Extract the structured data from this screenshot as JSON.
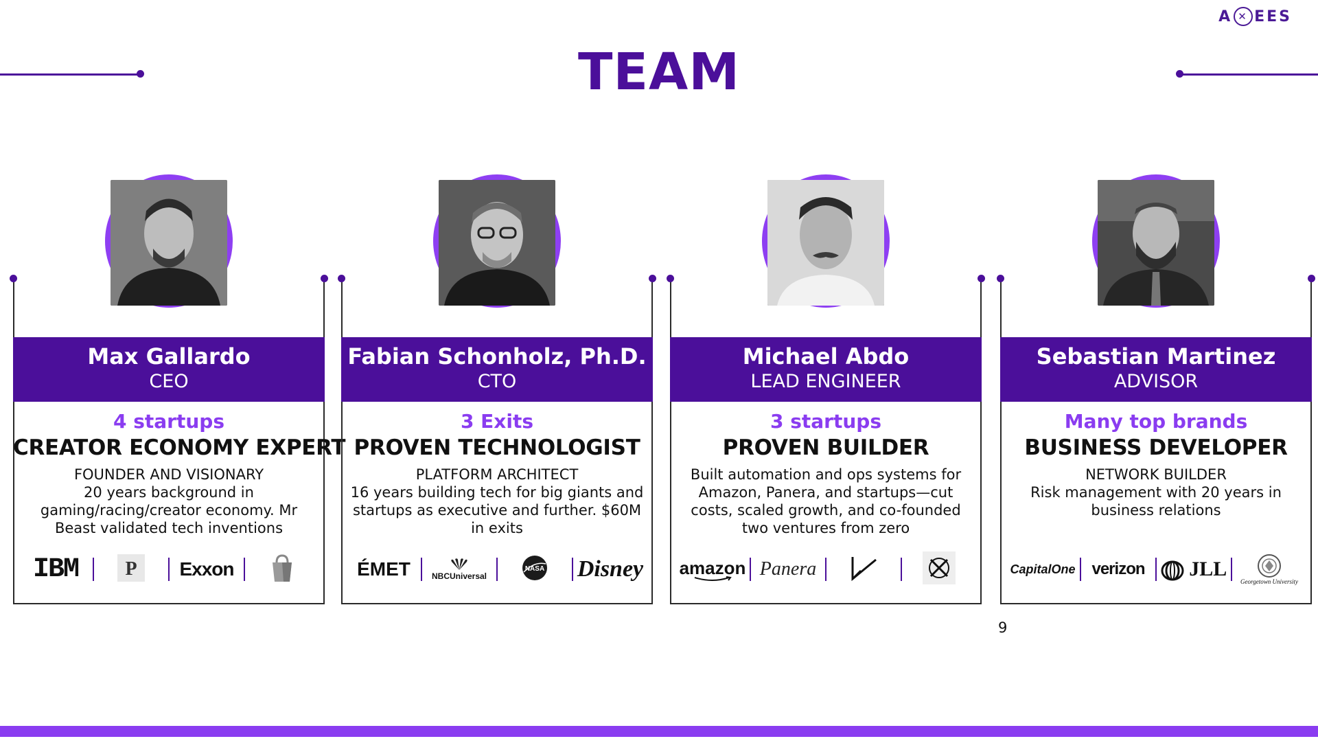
{
  "brand": {
    "logo_text": "AXEES"
  },
  "page": {
    "title": "TEAM",
    "number": "9"
  },
  "colors": {
    "primary": "#4b0f9a",
    "accent": "#8a3cf0"
  },
  "team": [
    {
      "name": "Max Gallardo",
      "role": "CEO",
      "stat": "4 startups",
      "headline": "CREATOR ECONOMY EXPERT",
      "subtitle": "FOUNDER AND VISIONARY",
      "description": "20 years background in gaming/racing/creator economy. Mr Beast validated tech inventions",
      "logos": [
        "IBM",
        "P",
        "Exxon",
        "shopping-bag-icon"
      ]
    },
    {
      "name": "Fabian Schonholz, Ph.D.",
      "role": "CTO",
      "stat": "3 Exits",
      "headline": "PROVEN TECHNOLOGIST",
      "subtitle": "PLATFORM ARCHITECT",
      "description": "16 years building tech for big giants and startups as executive and further. $60M in exits",
      "logos": [
        "ÉMET",
        "NBCUniversal",
        "NASA",
        "Disney"
      ]
    },
    {
      "name": "Michael Abdo",
      "role": "LEAD ENGINEER",
      "stat": "3 startups",
      "headline": "PROVEN BUILDER",
      "subtitle": "",
      "description": "Built automation and ops systems for Amazon, Panera, and startups—cut costs, scaled growth, and co-founded two ventures from zero",
      "logos": [
        "amazon",
        "Panera",
        "checkmark-logo-icon",
        "x-knot-logo-icon"
      ]
    },
    {
      "name": "Sebastian Martinez",
      "role": "ADVISOR",
      "stat": "Many top brands",
      "headline": "BUSINESS DEVELOPER",
      "subtitle": "NETWORK BUILDER",
      "description": "Risk management with 20 years in business relations",
      "logos": [
        "CapitalOne",
        "verizon",
        "JLL",
        "Georgetown University"
      ]
    }
  ]
}
